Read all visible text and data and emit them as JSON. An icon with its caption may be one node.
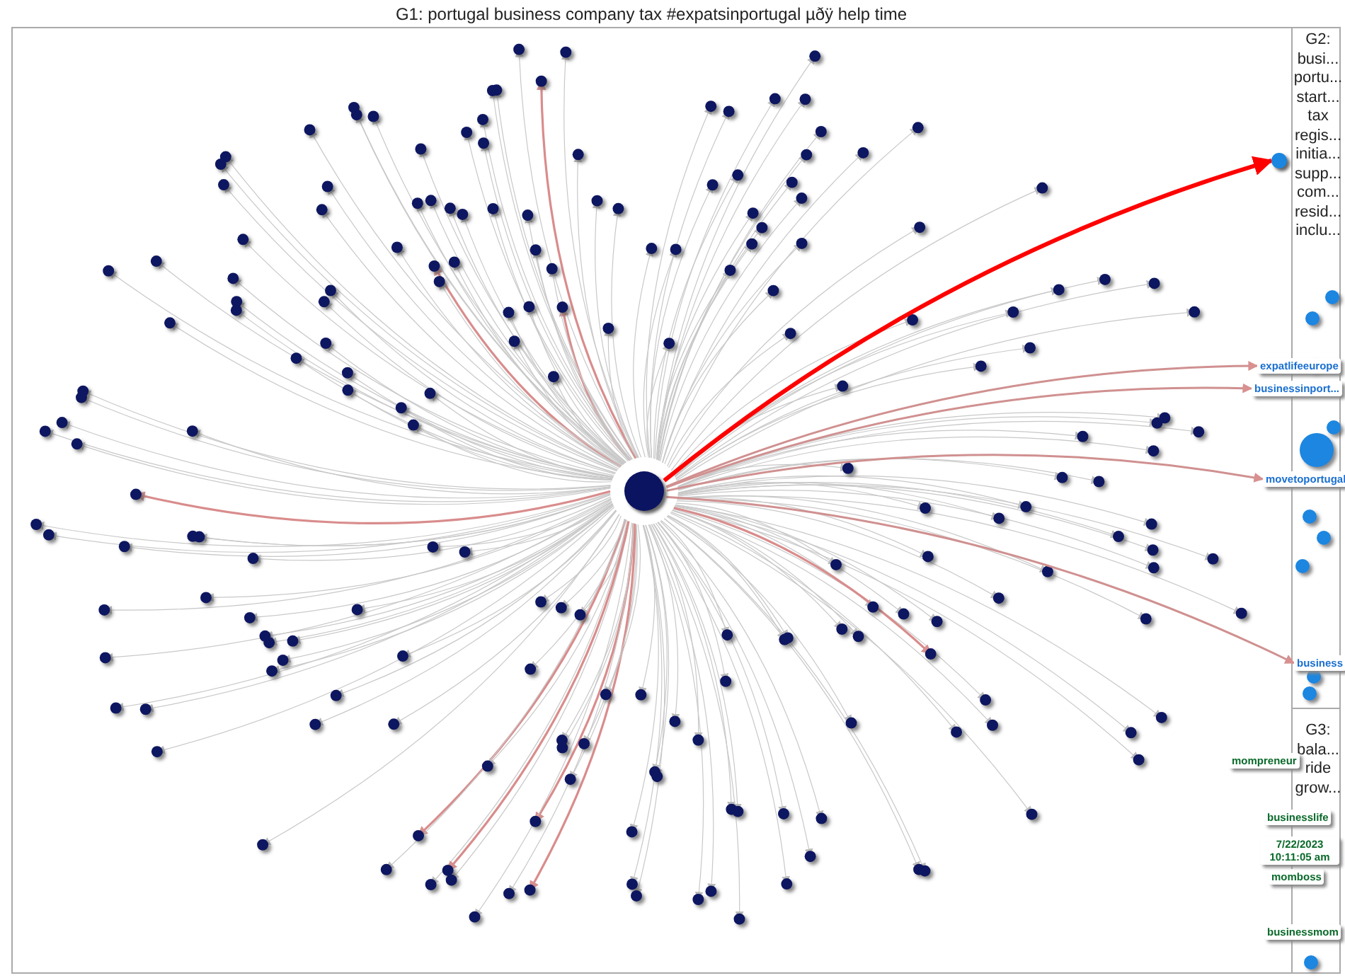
{
  "diagram": {
    "title": "G1: portugal business company tax #expatsinportugal µðÿ help time",
    "nodes": [
      {
        "text": [],
        "shape": "circle"
      },
      {
        "text": [
          "G2: busi... portu... start... tax regis... initia... supp... com... resid... inclu..."
        ]
      },
      {
        "text": [],
        "shape": "circle"
      },
      {
        "text": [
          "expatlifeeurope"
        ]
      },
      {
        "text": [
          "businessinport..."
        ]
      },
      {
        "text": [
          "movetoportugal"
        ]
      },
      {
        "text": [
          "business"
        ]
      },
      {
        "text": [
          "G3: bala... ride grow..."
        ]
      },
      {
        "text": [
          "mompreneur"
        ]
      },
      {
        "text": [
          "businesslife"
        ]
      },
      {
        "text": [
          "momboss"
        ]
      },
      {
        "text": [
          "businessmom"
        ]
      }
    ],
    "edges": [
      {
        "from": 0,
        "to": 2,
        "arrow": "to",
        "style": "thick",
        "color": "#ff0000"
      },
      {
        "from": 0,
        "to": 3,
        "arrow": "to"
      },
      {
        "from": 0,
        "to": 4,
        "arrow": "to"
      },
      {
        "from": 0,
        "to": 5,
        "arrow": "to"
      },
      {
        "from": 0,
        "to": 6,
        "arrow": "to"
      }
    ],
    "labels": [
      "7/22/2023 10:11:05 am"
    ]
  }
}
